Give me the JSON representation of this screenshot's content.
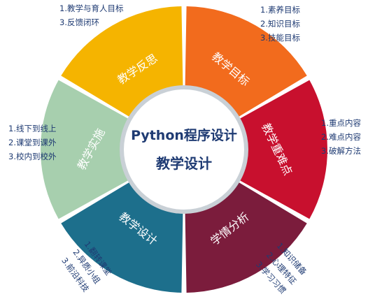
{
  "colors": {
    "teaching_goals": "#f26b1d",
    "key_difficulties": "#c8102e",
    "learning_analysis": "#7b1c3c",
    "teaching_design": "#1d6f8c",
    "teaching_implementation": "#a7cfae",
    "teaching_reflection": "#f5b400",
    "center_ring": "#c9d0d6",
    "text_dark": "#1f3b73",
    "text_red": "#d0261c"
  },
  "center": {
    "line1": "Python程序设计",
    "line2": "教学设计"
  },
  "segments": [
    {
      "key": "teaching_goals",
      "label": "教学目标",
      "items": [
        {
          "text": "1.素养目标",
          "highlight": false
        },
        {
          "text": "2.知识目标",
          "highlight": false
        },
        {
          "text": "3.技能目标",
          "highlight": false
        }
      ]
    },
    {
      "key": "key_difficulties",
      "label": "教学重难点",
      "items": [
        {
          "text": "1.重点内容",
          "highlight": false
        },
        {
          "text": "2.难点内容",
          "highlight": false
        },
        {
          "text": "3.破解方法",
          "highlight": false
        }
      ]
    },
    {
      "key": "learning_analysis",
      "label": "学情分析",
      "items": [
        {
          "text": "1.知识储备",
          "highlight": false
        },
        {
          "text": "2.心理特征",
          "highlight": false
        },
        {
          "text": "3.学习习惯",
          "highlight": false
        }
      ]
    },
    {
      "key": "teaching_design",
      "label": "教学设计",
      "items": [
        {
          "text": "1.翻转课堂",
          "highlight": false
        },
        {
          "text": "2.异质小组",
          "highlight": true
        },
        {
          "text": "3.前沿科技",
          "highlight": false
        }
      ]
    },
    {
      "key": "teaching_implementation",
      "label": "教学实施",
      "items": [
        {
          "text": "1.线下到线上",
          "highlight": false
        },
        {
          "text": "2.课堂到课外",
          "highlight": false
        },
        {
          "text": "3.校内到校外",
          "highlight": false
        }
      ]
    },
    {
      "key": "teaching_reflection",
      "label": "教学反思",
      "items": [
        {
          "text": "1.教学与育人目标",
          "highlight": true
        },
        {
          "text": "3.反馈闭环",
          "highlight": false
        }
      ]
    }
  ]
}
